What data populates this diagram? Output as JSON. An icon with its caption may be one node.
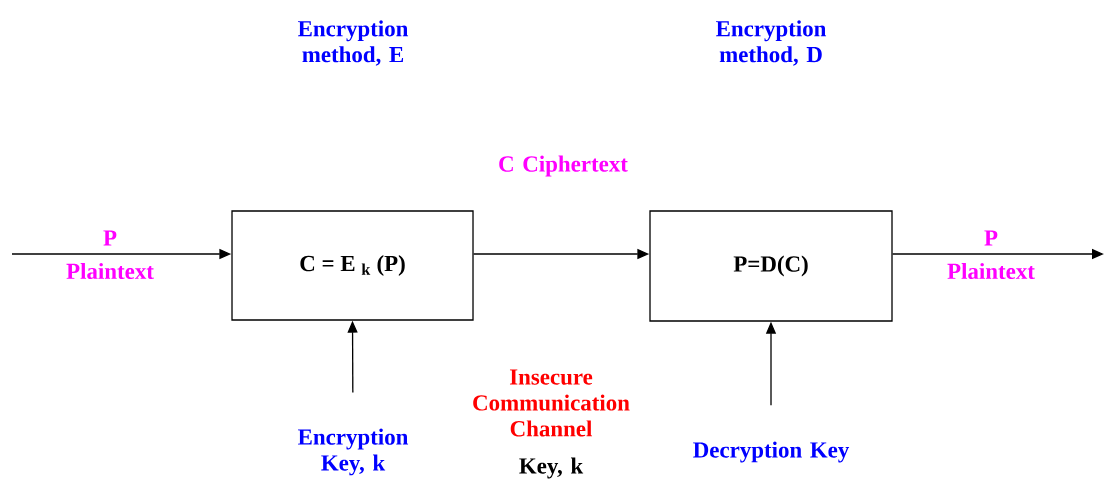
{
  "diagram": {
    "nodes": [
      {
        "text": [
          "C = E $_{k}$ (P)"
        ]
      },
      {
        "text": [
          "P=D(C)"
        ]
      },
      {
        "text": [
          "Encryption Key, k"
        ]
      },
      {
        "text": [
          "Decryption Key"
        ]
      }
    ],
    "edges": [
      {
        "from": null,
        "to": 0,
        "arrow": "to"
      },
      {
        "from": 0,
        "to": 1,
        "arrow": "to"
      },
      {
        "from": 1,
        "to": null,
        "arrow": "to"
      },
      {
        "from": 2,
        "to": 0,
        "arrow": "to"
      },
      {
        "from": 3,
        "to": 1,
        "arrow": "to"
      }
    ],
    "labels": [
      "Encryption method, E",
      "Encryption method, D",
      "C Ciphertext",
      "P",
      "P",
      "Plaintext",
      "Plaintext",
      "Insecure Communication Channel",
      "Key, k"
    ]
  }
}
